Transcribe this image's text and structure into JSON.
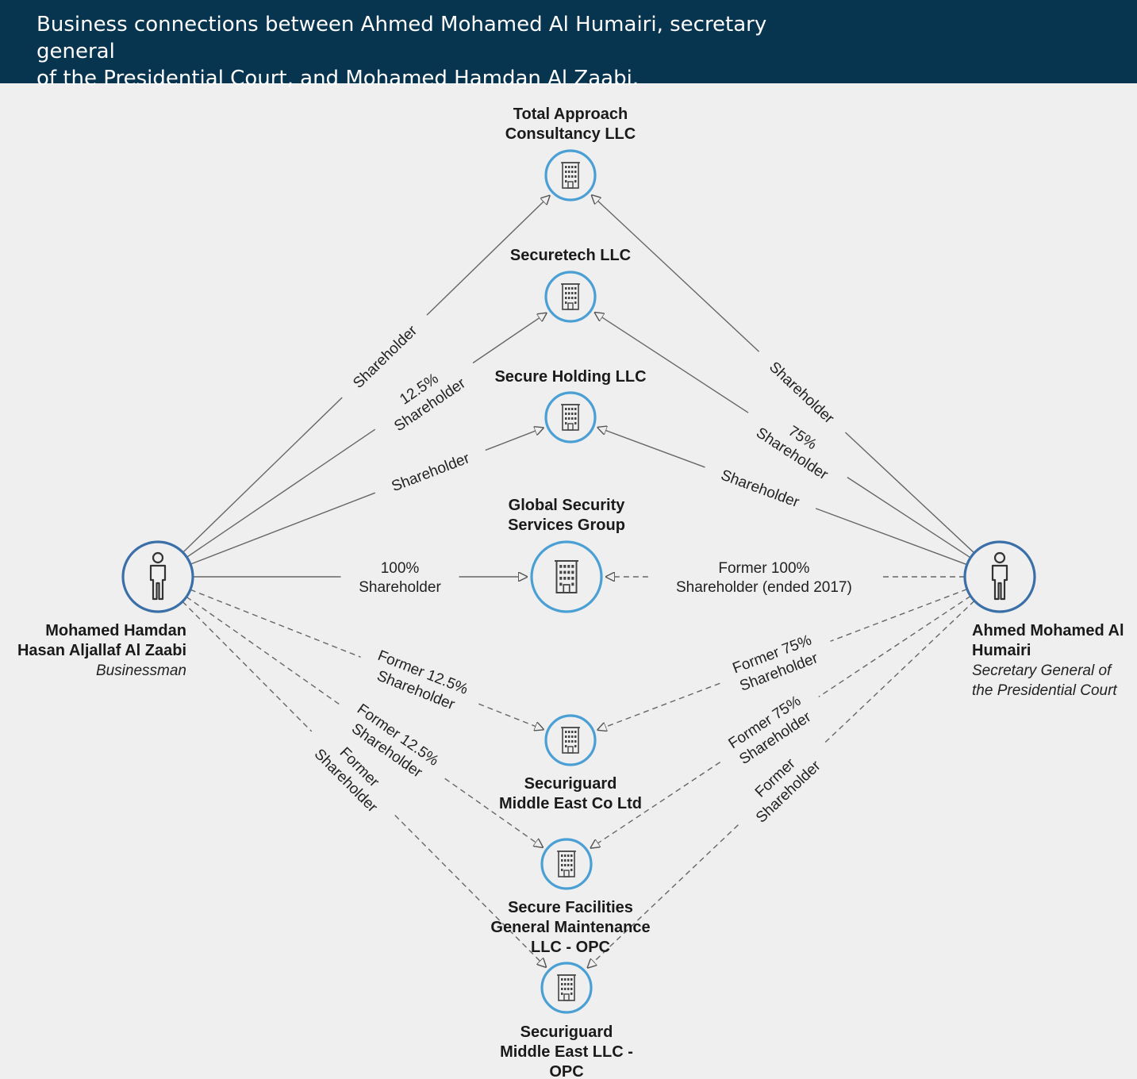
{
  "title_line1": "Business connections between Ahmed Mohamed Al Humairi, secretary general",
  "title_line2": "of the Presidential Court, and Mohamed Hamdan Al Zaabi.",
  "people": {
    "left": {
      "name_line1": "Mohamed Hamdan",
      "name_line2": "Hasan Aljallaf Al Zaabi",
      "role": "Businessman",
      "icon": "person-icon"
    },
    "right": {
      "name_line1": "Ahmed Mohamed Al",
      "name_line2": "Humairi",
      "role_line1": "Secretary General of",
      "role_line2": "the Presidential Court",
      "icon": "person-icon"
    }
  },
  "companies": [
    {
      "key": "total-approach",
      "lines": [
        "Total Approach",
        "Consultancy LLC"
      ],
      "icon": "building-icon"
    },
    {
      "key": "securetech",
      "lines": [
        "Securetech LLC"
      ],
      "icon": "building-icon"
    },
    {
      "key": "secure-holding",
      "lines": [
        "Secure Holding LLC"
      ],
      "icon": "building-icon"
    },
    {
      "key": "global-security",
      "lines": [
        "Global Security",
        "Services Group"
      ],
      "icon": "building-icon"
    },
    {
      "key": "securiguard-me-co",
      "lines": [
        "Securiguard",
        "Middle East Co Ltd"
      ],
      "icon": "building-icon"
    },
    {
      "key": "secure-facilities",
      "lines": [
        "Secure Facilities",
        "General Maintenance",
        "LLC - OPC"
      ],
      "icon": "building-icon"
    },
    {
      "key": "securiguard-me-llc",
      "lines": [
        "Securiguard",
        "Middle East LLC -",
        "OPC"
      ],
      "icon": "building-icon"
    }
  ],
  "edges": [
    {
      "from": "left",
      "to": "total-approach",
      "lines": [
        "Shareholder"
      ],
      "style": "solid"
    },
    {
      "from": "left",
      "to": "securetech",
      "lines": [
        "12.5%",
        "Shareholder"
      ],
      "style": "solid"
    },
    {
      "from": "left",
      "to": "secure-holding",
      "lines": [
        "Shareholder"
      ],
      "style": "solid"
    },
    {
      "from": "left",
      "to": "global-security",
      "lines": [
        "100%",
        "Shareholder"
      ],
      "style": "solid"
    },
    {
      "from": "left",
      "to": "securiguard-me-co",
      "lines": [
        "Former 12.5%",
        "Shareholder"
      ],
      "style": "dashed"
    },
    {
      "from": "left",
      "to": "secure-facilities",
      "lines": [
        "Former 12.5%",
        "Shareholder"
      ],
      "style": "dashed"
    },
    {
      "from": "left",
      "to": "securiguard-me-llc",
      "lines": [
        "Former",
        "Shareholder"
      ],
      "style": "dashed"
    },
    {
      "from": "right",
      "to": "total-approach",
      "lines": [
        "Shareholder"
      ],
      "style": "solid"
    },
    {
      "from": "right",
      "to": "securetech",
      "lines": [
        "75%",
        "Shareholder"
      ],
      "style": "solid"
    },
    {
      "from": "right",
      "to": "secure-holding",
      "lines": [
        "Shareholder"
      ],
      "style": "solid"
    },
    {
      "from": "right",
      "to": "global-security",
      "lines": [
        "Former 100%",
        "Shareholder (ended 2017)"
      ],
      "style": "dashed"
    },
    {
      "from": "right",
      "to": "securiguard-me-co",
      "lines": [
        "Former 75%",
        "Shareholder"
      ],
      "style": "dashed"
    },
    {
      "from": "right",
      "to": "secure-facilities",
      "lines": [
        "Former 75%",
        "Shareholder"
      ],
      "style": "dashed"
    },
    {
      "from": "right",
      "to": "securiguard-me-llc",
      "lines": [
        "Former",
        "Shareholder"
      ],
      "style": "dashed"
    }
  ],
  "colors": {
    "header_bg": "#07344f",
    "background": "#efefef",
    "node_ring": "#4a9fd4",
    "person_ring": "#3a6fa8",
    "edge": "#666666"
  }
}
